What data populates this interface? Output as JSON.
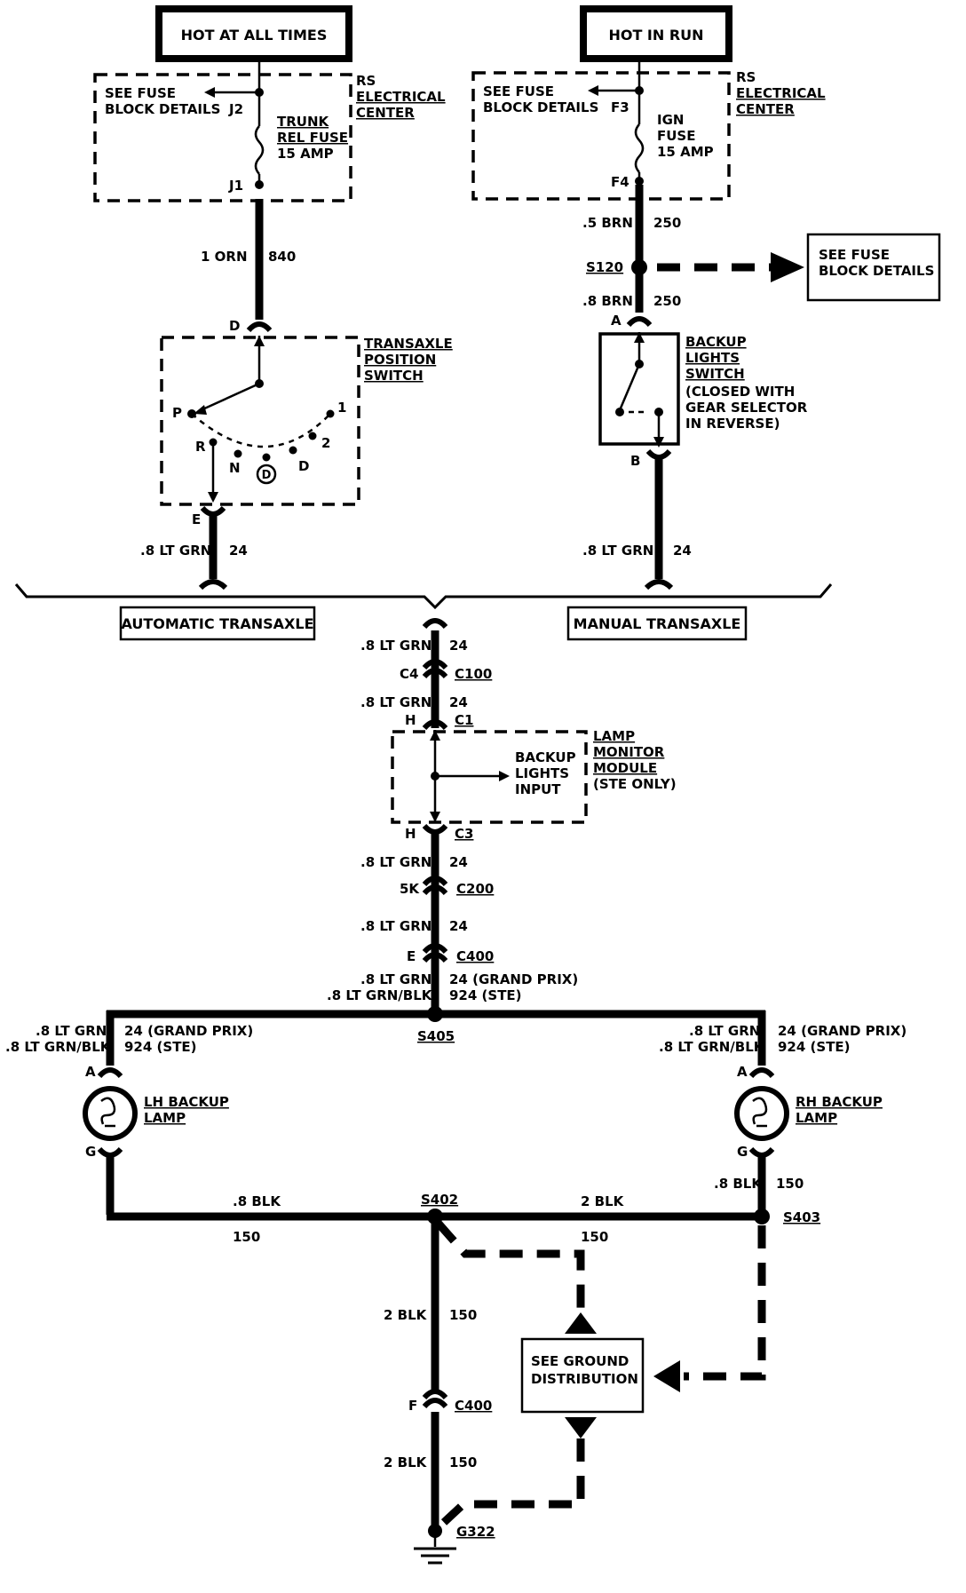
{
  "power": {
    "hot_at_all_times": "HOT AT ALL TIMES",
    "hot_in_run": "HOT IN RUN"
  },
  "fuse_left": {
    "see_fuse_1": "SEE FUSE",
    "see_fuse_2": "BLOCK DETAILS",
    "pin_top": "J2",
    "pin_bottom": "J1",
    "name_1": "TRUNK",
    "name_2": "REL FUSE",
    "rating": "15 AMP",
    "center_1": "RS",
    "center_2": "ELECTRICAL",
    "center_3": "CENTER"
  },
  "fuse_right": {
    "see_fuse_1": "SEE FUSE",
    "see_fuse_2": "BLOCK DETAILS",
    "pin_top": "F3",
    "pin_bottom": "F4",
    "name_1": "IGN",
    "name_2": "FUSE",
    "rating": "15 AMP",
    "center_1": "RS",
    "center_2": "ELECTRICAL",
    "center_3": "CENTER"
  },
  "wires": {
    "w_orn_gauge": "1 ORN",
    "w_orn_circuit": "840",
    "w_brn1_gauge": ".5 BRN",
    "w_brn1_circuit": "250",
    "splice_s120": "S120",
    "see_fuse_box_1": "SEE FUSE",
    "see_fuse_box_2": "BLOCK DETAILS",
    "w_brn2_gauge": ".8 BRN",
    "w_brn2_circuit": "250",
    "w_ltgrn_gauge": ".8 LT GRN",
    "w_ltgrn_circuit": "24"
  },
  "tps": {
    "pin_d": "D",
    "pin_e": "E",
    "title_1": "TRANSAXLE",
    "title_2": "POSITION",
    "title_3": "SWITCH",
    "pos_p": "P",
    "pos_r": "R",
    "pos_n": "N",
    "pos_d_circle": "D",
    "pos_d": "D",
    "pos_2": "2",
    "pos_1": "1"
  },
  "backup_switch": {
    "pin_a": "A",
    "pin_b": "B",
    "title_1": "BACKUP",
    "title_2": "LIGHTS",
    "title_3": "SWITCH",
    "note_1": "(CLOSED WITH",
    "note_2": "GEAR SELECTOR",
    "note_3": "IN REVERSE)"
  },
  "transaxle": {
    "automatic": "AUTOMATIC TRANSAXLE",
    "manual": "MANUAL TRANSAXLE"
  },
  "center": {
    "c4": "C4",
    "c100": "C100",
    "h_top": "H",
    "c1": "C1",
    "lm_1": "LAMP",
    "lm_2": "MONITOR",
    "lm_3": "MODULE",
    "lm_4": "(STE ONLY)",
    "input_1": "BACKUP",
    "input_2": "LIGHTS",
    "input_3": "INPUT",
    "h_bottom": "H",
    "c3": "C3",
    "k5": "5K",
    "c200": "C200",
    "e": "E",
    "c400": "C400",
    "gp_label": "24  (GRAND PRIX)",
    "ste_gauge": ".8 LT GRN/BLK",
    "ste_label": "924  (STE)",
    "splice_s405": "S405"
  },
  "lamps": {
    "left_gp": "24  (GRAND PRIX)",
    "left_ste": "924  (STE)",
    "left_pin_a": "A",
    "left_pin_g": "G",
    "left_name_1": "LH BACKUP",
    "left_name_2": "LAMP",
    "right_gp": "24  (GRAND PRIX)",
    "right_ste": "924  (STE)",
    "right_pin_a": "A",
    "right_pin_g": "G",
    "right_name_1": "RH BACKUP",
    "right_name_2": "LAMP"
  },
  "ground": {
    "w_blk_small": ".8 BLK",
    "w_150": "150",
    "splice_s402": "S402",
    "w_2blk": "2 BLK",
    "splice_s403": "S403",
    "see_ground_1": "SEE GROUND",
    "see_ground_2": "DISTRIBUTION",
    "pin_f": "F",
    "c400": "C400",
    "g322": "G322"
  }
}
